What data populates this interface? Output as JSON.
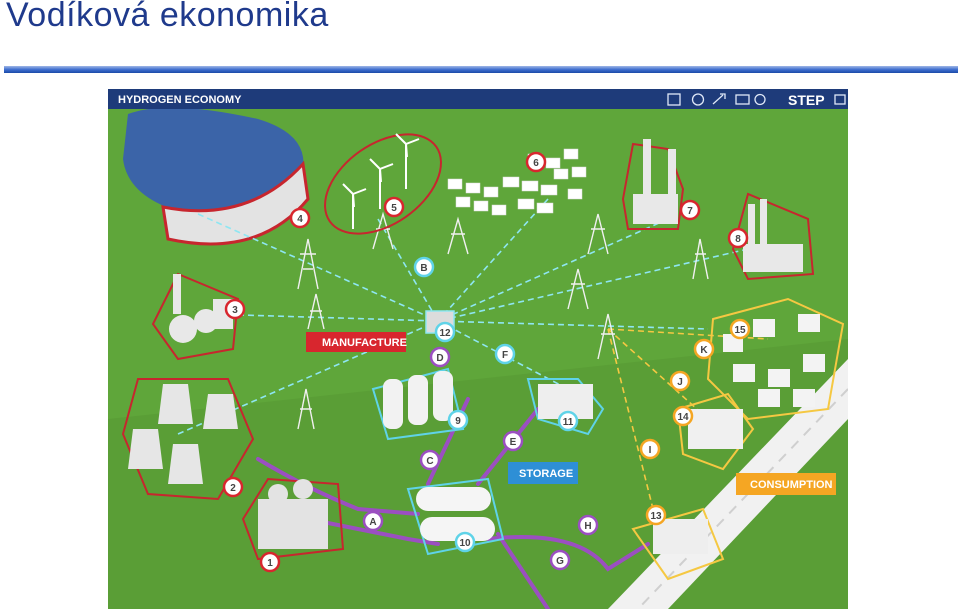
{
  "slide": {
    "title": "Vodíková ekonomika"
  },
  "illustration": {
    "header_title": "HYDROGEN ECONOMY",
    "brand": "STEP",
    "header_icons": [
      "building-icon",
      "globe-icon",
      "wrench-icon",
      "folder-icon",
      "settings-icon",
      "window-icon"
    ],
    "banners": {
      "manufacture": "MANUFACTURE",
      "storage": "STORAGE",
      "consumption": "CONSUMPTION"
    },
    "colors": {
      "grass": "#5fa63a",
      "header": "#1e3b7a",
      "manufacture_banner": "#d8262e",
      "storage_banner": "#2e8fd6",
      "consumption_banner": "#f5a623",
      "pipeline_purple": "#9b4fc1",
      "marker_red": "#d8262e",
      "marker_yellow": "#f5a623",
      "marker_cyan": "#5fd3e8",
      "marker_purple": "#9b4fc1"
    },
    "number_markers": [
      "1",
      "2",
      "3",
      "4",
      "5",
      "6",
      "7",
      "8",
      "9",
      "10",
      "11",
      "12",
      "13",
      "14",
      "15"
    ],
    "letter_markers": [
      "A",
      "B",
      "C",
      "D",
      "E",
      "F",
      "G",
      "H",
      "I",
      "J",
      "K"
    ]
  }
}
